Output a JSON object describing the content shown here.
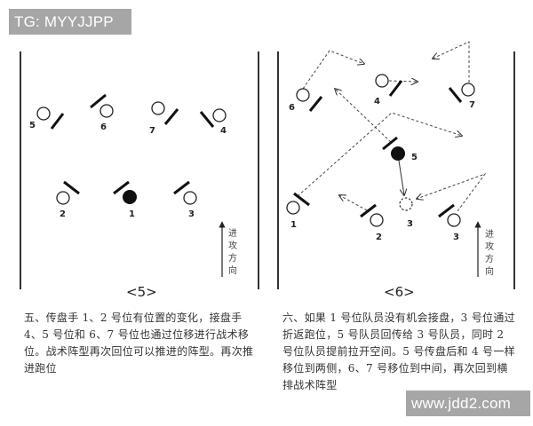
{
  "watermarks": {
    "top": "TG: MYYJJPP",
    "bottom": "www.jdd2.com"
  },
  "figures": [
    {
      "id": "fig5",
      "label": "<5>",
      "direction_label": [
        "进",
        "攻",
        "方",
        "向"
      ],
      "players": [
        {
          "number": "5",
          "style": "open"
        },
        {
          "number": "6",
          "style": "open"
        },
        {
          "number": "7",
          "style": "open"
        },
        {
          "number": "4",
          "style": "open"
        },
        {
          "number": "2",
          "style": "open"
        },
        {
          "number": "1",
          "style": "filled"
        },
        {
          "number": "3",
          "style": "open"
        }
      ],
      "caption": "五、传盘手 1、2 号位有位置的变化，接盘手 4、5 号位和 6、7 号位也通过位移进行战术移位。战术阵型再次回位可以推进的阵型。再次推进跑位"
    },
    {
      "id": "fig6",
      "label": "<6>",
      "direction_label": [
        "进",
        "攻",
        "方",
        "向"
      ],
      "players": [
        {
          "number": "6",
          "style": "open"
        },
        {
          "number": "4",
          "style": "open"
        },
        {
          "number": "7",
          "style": "open"
        },
        {
          "number": "5",
          "style": "filled"
        },
        {
          "number": "1",
          "style": "open"
        },
        {
          "number": "2",
          "style": "open"
        },
        {
          "number": "3",
          "style": "dashed"
        },
        {
          "number": "3",
          "style": "open"
        }
      ],
      "caption": "六、如果 1 号位队员没有机会接盘，3 号位通过折返跑位，5 号队员回传给 3 号队员，同时 2 号位队员提前拉开空间。5 号传盘后和 4 号一样移位到两侧，6、7 号移位到中间，再次回到横排战术阵型"
    }
  ],
  "colors": {
    "line": "#222222",
    "watermark_bg": "#a6a6a6",
    "watermark_text": "#ffffff",
    "caption_text": "#333333"
  }
}
